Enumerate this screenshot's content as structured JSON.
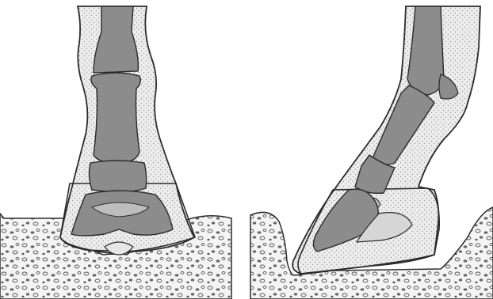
{
  "figure": {
    "panels": [
      {
        "id": "front",
        "view": "front"
      },
      {
        "id": "side",
        "view": "side"
      }
    ]
  },
  "colors": {
    "background": "#ffffff",
    "bone": "#8c8c8c",
    "bone_light": "#bdbdbd",
    "soft_tissue": "#e6e6e6",
    "ground": "#f2f2f2",
    "outline": "#2b2b2b",
    "stipple": "#9a9a9a"
  },
  "icons": [
    "hoof-front-section",
    "hoof-side-section",
    "ground-texture"
  ]
}
